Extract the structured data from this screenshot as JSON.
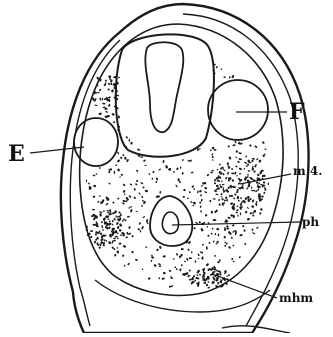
{
  "figure": {
    "labels": {
      "F": "F",
      "E": "E",
      "m4": "m 4.",
      "ph": "ph",
      "mhm": "mhm"
    },
    "colors": {
      "ink": "#1a1a1a",
      "paper": "#ffffff"
    }
  }
}
